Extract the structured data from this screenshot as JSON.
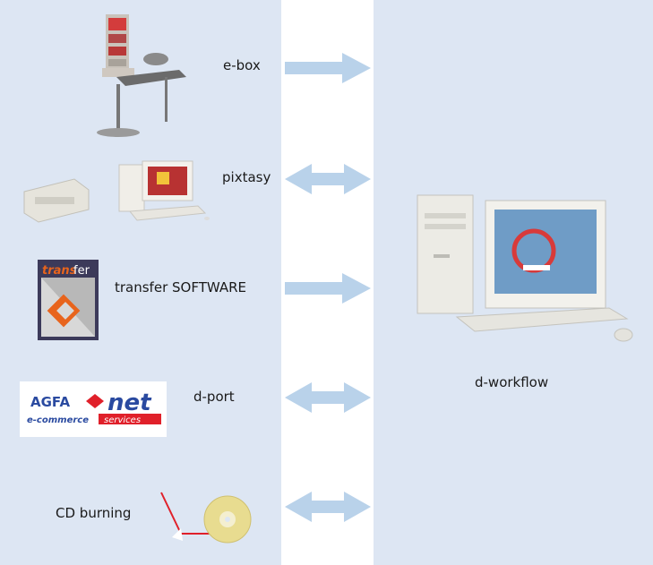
{
  "items": [
    {
      "label": "e-box",
      "arrow": "right"
    },
    {
      "label": "pixtasy",
      "arrow": "both"
    },
    {
      "label": "transfer SOFTWARE",
      "arrow": "right"
    },
    {
      "label": "d-port",
      "arrow": "both"
    },
    {
      "label": "CD burning",
      "arrow": "both"
    }
  ],
  "target": {
    "label": "d-workflow"
  },
  "logos": {
    "transfer": {
      "part1": "trans",
      "part2": "fer"
    },
    "agfa": {
      "brand": "AGFA",
      "net": "net",
      "tagline1": "e-commerce",
      "tagline2": "services"
    }
  },
  "colors": {
    "panel": "#dde6f3",
    "arrow": "#b9d2ea",
    "agfa_red": "#e0202a",
    "agfa_blue": "#2a4aa0",
    "transfer_orange": "#e8641c",
    "transfer_frame": "#3c3a5a"
  }
}
